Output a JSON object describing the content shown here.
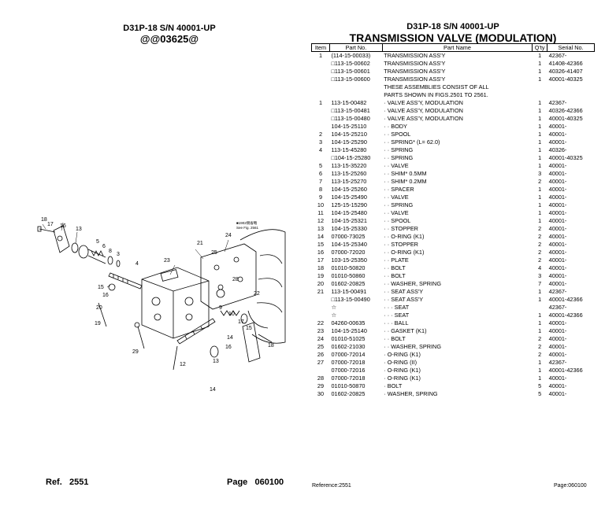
{
  "left_header": {
    "model": "D31P-18 S/N 40001-UP",
    "code": "@@03625@"
  },
  "diagram": {
    "callouts": [
      "18",
      "17",
      "16",
      "13",
      "4",
      "5",
      "6",
      "8",
      "3",
      "4",
      "23",
      "21",
      "25",
      "24",
      "15",
      "20",
      "19",
      "29",
      "9",
      "10",
      "17",
      "15",
      "14",
      "13",
      "12",
      "16",
      "28",
      "22"
    ],
    "inset_note": [
      "■1902側省略",
      "See Fig. 2561"
    ]
  },
  "left_footer": {
    "ref_label": "Ref.",
    "ref_value": "2551",
    "page_label": "Page",
    "page_value": "060100"
  },
  "right_header": {
    "model": "D31P-18 S/N 40001-UP",
    "title": "TRANSMISSION VALVE (MODULATION)"
  },
  "table": {
    "headers": {
      "item": "Item",
      "part": "Part No.",
      "name": "Part Name",
      "qty": "Q'ty",
      "serial": "Serial No."
    },
    "rows": [
      {
        "item": "1",
        "part": "(114-15-00033)",
        "name": "TRANSMISSION ASS'Y",
        "qty": "1",
        "serial": "42367-"
      },
      {
        "item": "",
        "part": "□113-15-00602",
        "name": "TRANSMISSION ASS'Y",
        "qty": "1",
        "serial": "41408-42366"
      },
      {
        "item": "",
        "part": "□113-15-00601",
        "name": "TRANSMISSION ASS'Y",
        "qty": "1",
        "serial": "40326-41407"
      },
      {
        "item": "",
        "part": "□113-15-00600",
        "name": "TRANSMISSION ASS'Y",
        "qty": "1",
        "serial": "40001-40325"
      },
      {
        "item": "",
        "part": "",
        "name": "THESE ASSEMBLIES CONSIST OF ALL",
        "qty": "",
        "serial": ""
      },
      {
        "item": "",
        "part": "",
        "name": "PARTS SHOWN IN FIGS.2501 TO 2561.",
        "qty": "",
        "serial": ""
      },
      {
        "item": "1",
        "part": "113-15-00482",
        "name": "· VALVE ASS'Y, MODULATION",
        "qty": "1",
        "serial": "42367-"
      },
      {
        "item": "",
        "part": "□113-15-00481",
        "name": "· VALVE ASS'Y, MODULATION",
        "qty": "1",
        "serial": "40326-42366"
      },
      {
        "item": "",
        "part": "□113-15-00480",
        "name": "· VALVE ASS'Y, MODULATION",
        "qty": "1",
        "serial": "40001-40325"
      },
      {
        "item": "",
        "part": "104-15-25110",
        "name": "· · BODY",
        "qty": "1",
        "serial": "40001-"
      },
      {
        "item": "2",
        "part": "104-15-25210",
        "name": "· · SPOOL",
        "qty": "1",
        "serial": "40001-"
      },
      {
        "item": "3",
        "part": "104-15-25290",
        "name": "· · SPRING* (L= 62.0)",
        "qty": "1",
        "serial": "40001-"
      },
      {
        "item": "4",
        "part": "113-15-45280",
        "name": "· · SPRING",
        "qty": "1",
        "serial": "40326-"
      },
      {
        "item": "",
        "part": "□104-15-25280",
        "name": "· · SPRING",
        "qty": "1",
        "serial": "40001-40325"
      },
      {
        "item": "5",
        "part": "113-15-35220",
        "name": "· · VALVE",
        "qty": "1",
        "serial": "40001-"
      },
      {
        "item": "6",
        "part": "113-15-25260",
        "name": "· · SHIM* 0.5MM",
        "qty": "3",
        "serial": "40001-"
      },
      {
        "item": "7",
        "part": "113-15-25270",
        "name": "· · SHIM* 0.2MM",
        "qty": "2",
        "serial": "40001-"
      },
      {
        "item": "8",
        "part": "104-15-25260",
        "name": "· · SPACER",
        "qty": "1",
        "serial": "40001-"
      },
      {
        "item": "9",
        "part": "104-15-25490",
        "name": "· · VALVE",
        "qty": "1",
        "serial": "40001-"
      },
      {
        "item": "10",
        "part": "125-15-15290",
        "name": "· · SPRING",
        "qty": "1",
        "serial": "40001-"
      },
      {
        "item": "11",
        "part": "104-15-25480",
        "name": "· · VALVE",
        "qty": "1",
        "serial": "40001-"
      },
      {
        "item": "12",
        "part": "104-15-25321",
        "name": "· · SPOOL",
        "qty": "1",
        "serial": "40001-"
      },
      {
        "item": "13",
        "part": "104-15-25330",
        "name": "· · STOPPER",
        "qty": "2",
        "serial": "40001-"
      },
      {
        "item": "14",
        "part": "07000-73025",
        "name": "· · O-RING (K1)",
        "qty": "2",
        "serial": "40001-"
      },
      {
        "item": "15",
        "part": "104-15-25340",
        "name": "· · STOPPER",
        "qty": "2",
        "serial": "40001-"
      },
      {
        "item": "16",
        "part": "07000-72020",
        "name": "· · O-RING (K1)",
        "qty": "2",
        "serial": "40001-"
      },
      {
        "item": "17",
        "part": "103-15-25350",
        "name": "· · PLATE",
        "qty": "2",
        "serial": "40001-"
      },
      {
        "item": "18",
        "part": "01010-50820",
        "name": "· · BOLT",
        "qty": "4",
        "serial": "40001-"
      },
      {
        "item": "19",
        "part": "01010-50860",
        "name": "· · BOLT",
        "qty": "3",
        "serial": "40001-"
      },
      {
        "item": "20",
        "part": "01602-20825",
        "name": "· · WASHER, SPRING",
        "qty": "7",
        "serial": "40001-"
      },
      {
        "item": "21",
        "part": "113-15-00491",
        "name": "· · SEAT ASS'Y",
        "qty": "1",
        "serial": "42367-"
      },
      {
        "item": "",
        "part": "□113-15-00490",
        "name": "· · SEAT ASS'Y",
        "qty": "1",
        "serial": "40001-42366"
      },
      {
        "item": "",
        "part": "☆",
        "name": "· · · SEAT",
        "qty": "",
        "serial": "42367-"
      },
      {
        "item": "",
        "part": "☆",
        "name": "· · · SEAT",
        "qty": "1",
        "serial": "40001-42366"
      },
      {
        "item": "22",
        "part": "04260-00635",
        "name": "· · · BALL",
        "qty": "1",
        "serial": "40001-"
      },
      {
        "item": "23",
        "part": "104-15-25140",
        "name": "· · GASKET (K1)",
        "qty": "1",
        "serial": "40001-"
      },
      {
        "item": "24",
        "part": "01010-51025",
        "name": "· · BOLT",
        "qty": "2",
        "serial": "40001-"
      },
      {
        "item": "25",
        "part": "01602-21030",
        "name": "· · WASHER, SPRING",
        "qty": "2",
        "serial": "40001-"
      },
      {
        "item": "26",
        "part": "07000-72014",
        "name": "· O-RING (K1)",
        "qty": "2",
        "serial": "40001-"
      },
      {
        "item": "27",
        "part": "07000-72018",
        "name": "· O-RING (II)",
        "qty": "1",
        "serial": "42367-"
      },
      {
        "item": "",
        "part": "07000-72016",
        "name": "· O-RING (K1)",
        "qty": "1",
        "serial": "40001-42366"
      },
      {
        "item": "28",
        "part": "07000-72018",
        "name": "· O-RING (K1)",
        "qty": "1",
        "serial": "40001-"
      },
      {
        "item": "29",
        "part": "01010-50870",
        "name": "· BOLT",
        "qty": "5",
        "serial": "40001-"
      },
      {
        "item": "30",
        "part": "01602-20825",
        "name": "· WASHER, SPRING",
        "qty": "5",
        "serial": "40001-"
      }
    ]
  },
  "right_footer": {
    "ref": "Reference:2551",
    "page": "Page:060100"
  }
}
